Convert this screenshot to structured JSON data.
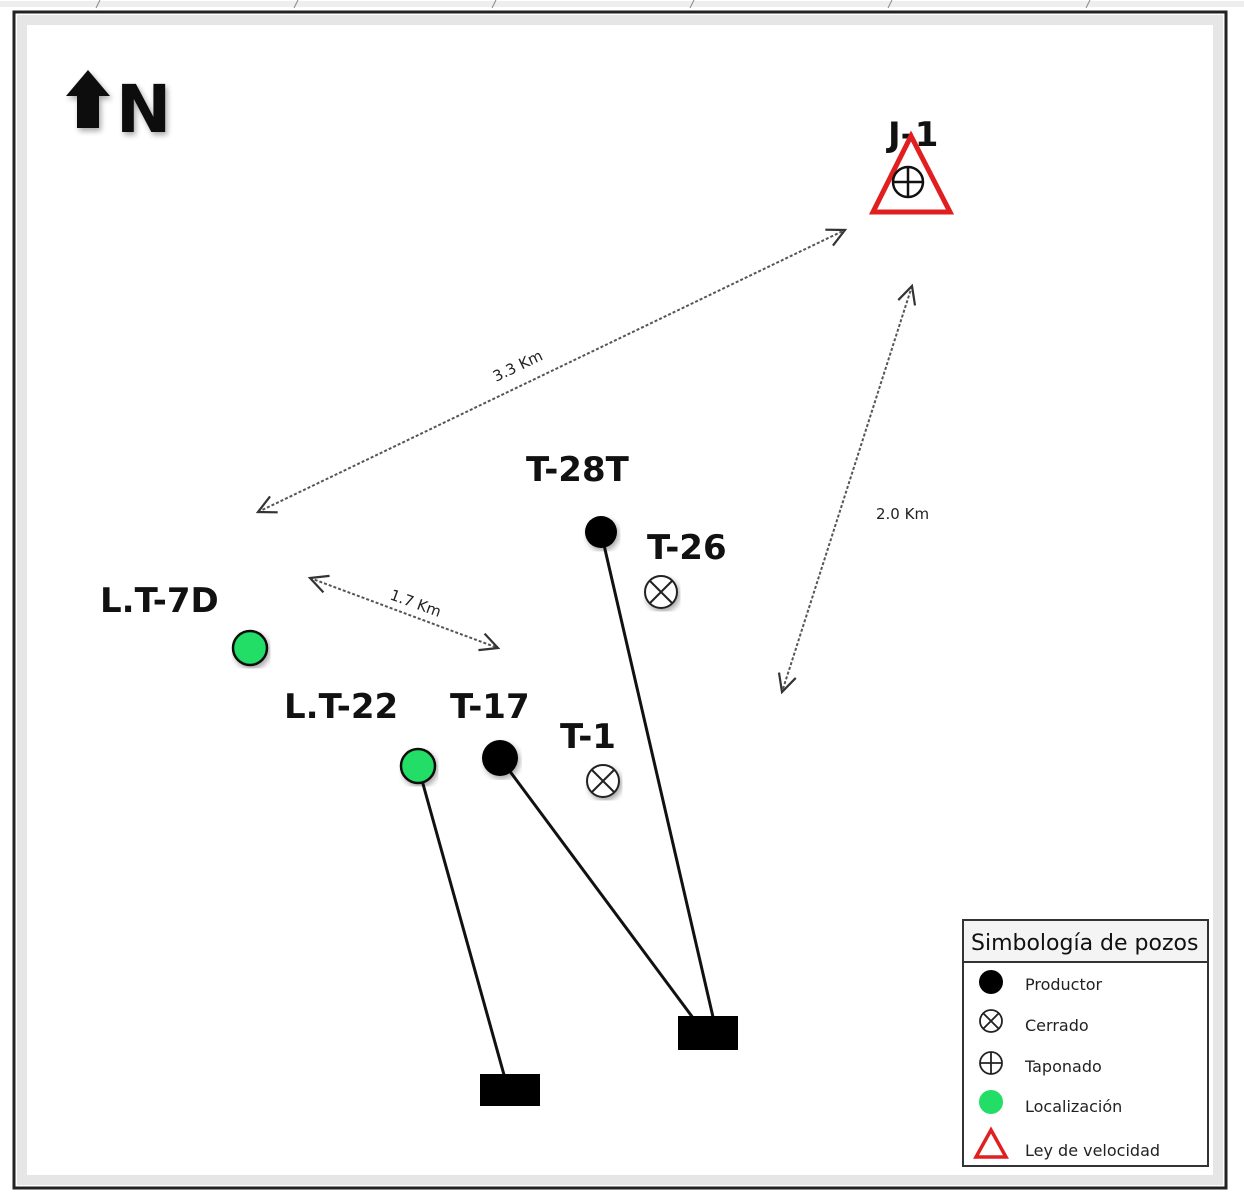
{
  "north": {
    "label": "N"
  },
  "wells": [
    {
      "id": "J-1",
      "type": "taponado",
      "velocity_law": true
    },
    {
      "id": "T-28T",
      "type": "productor"
    },
    {
      "id": "T-26",
      "type": "cerrado"
    },
    {
      "id": "L.T-7D",
      "type": "localizacion"
    },
    {
      "id": "L.T-22",
      "type": "localizacion"
    },
    {
      "id": "T-17",
      "type": "productor"
    },
    {
      "id": "T-1",
      "type": "cerrado"
    }
  ],
  "distances": [
    {
      "label": "3.3 Km"
    },
    {
      "label": "2.0 Km"
    },
    {
      "label": "1.7 Km"
    }
  ],
  "legend": {
    "title": "Simbología de pozos",
    "items": [
      {
        "label": "Productor"
      },
      {
        "label": "Cerrado"
      },
      {
        "label": "Taponado"
      },
      {
        "label": "Localización"
      },
      {
        "label": "Ley de velocidad"
      }
    ]
  },
  "colors": {
    "productor": "#000000",
    "localizacion": "#22dd66",
    "velocity_law": "#e02020",
    "frame": "#222222"
  }
}
